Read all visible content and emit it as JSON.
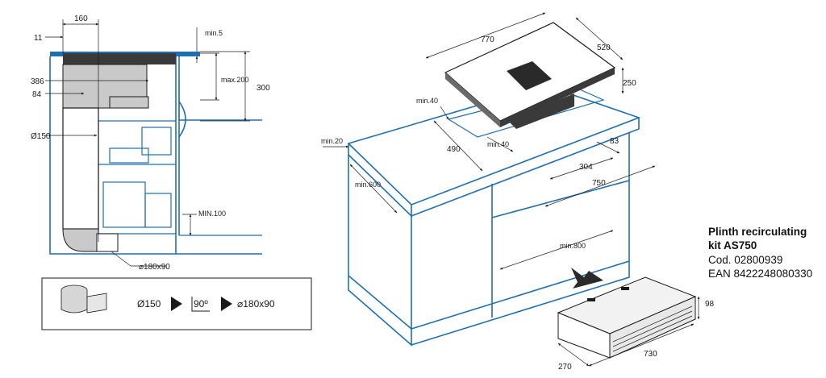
{
  "side_view": {
    "dims": {
      "d160": "160",
      "d11": "11",
      "min5": "min.5",
      "d386": "386",
      "d84": "84",
      "max200": "max.200",
      "d300": "300",
      "d150": "Ø150",
      "min100": "MIN.100",
      "duct": "180x90"
    },
    "legend": {
      "round": "Ø150",
      "angle": "90º",
      "rect": "180x90"
    }
  },
  "iso_view": {
    "dims": {
      "w770": "770",
      "d520": "520",
      "h250": "250",
      "min40a": "min.40",
      "min20": "min.20",
      "d490": "490",
      "min40b": "min.40",
      "d83": "83",
      "d304": "304",
      "d750": "750",
      "min600": "min.600",
      "min800": "min.800"
    }
  },
  "plinth": {
    "dims": {
      "h98": "98",
      "w730": "730",
      "d270": "270"
    },
    "title_line1": "Plinth recirculating",
    "title_line2": "kit AS750",
    "code": "Cod. 02800939",
    "ean": "EAN 8422248080330"
  }
}
